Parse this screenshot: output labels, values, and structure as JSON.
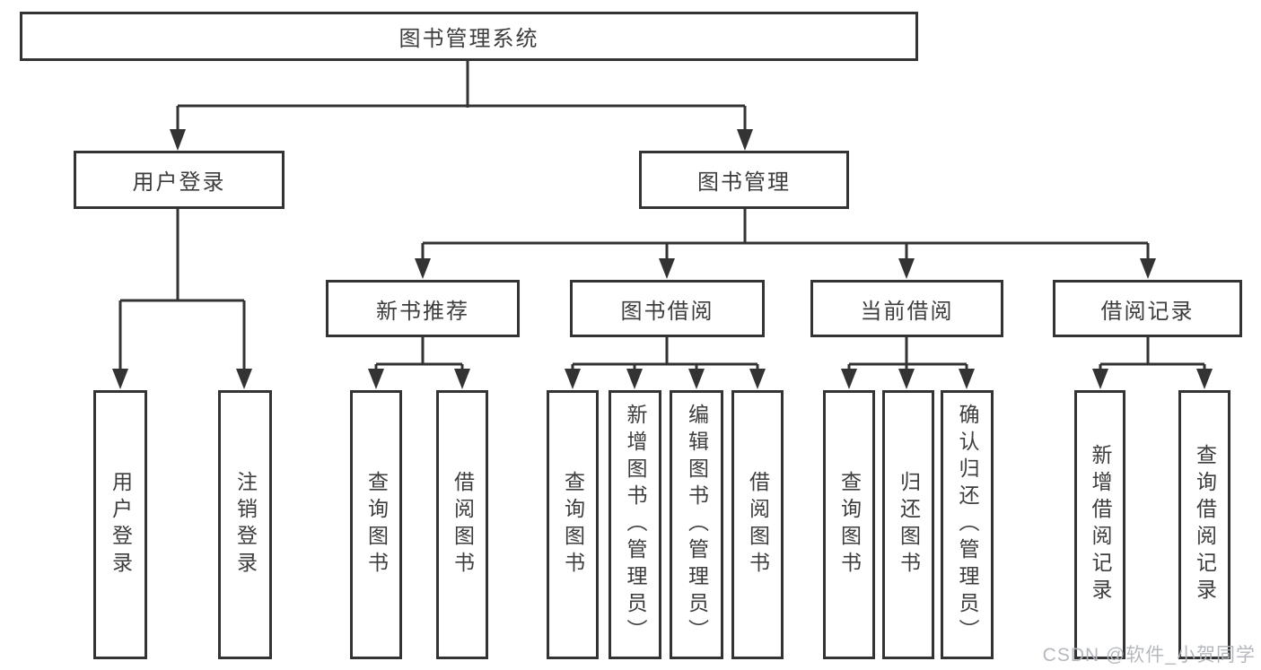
{
  "diagram": {
    "type": "functional-structure-chart",
    "nodes": {
      "root": "图书管理系统",
      "level2": [
        "用户登录",
        "图书管理"
      ],
      "level3": [
        "新书推荐",
        "图书借阅",
        "当前借阅",
        "借阅记录"
      ],
      "user_login_children": [
        "用户登录",
        "注销登录"
      ],
      "new_book_children": [
        "查询图书",
        "借阅图书"
      ],
      "book_borrow_children": [
        "查询图书",
        "新增图书（管理员）",
        "编辑图书（管理员）",
        "借阅图书"
      ],
      "current_borrow_children": [
        "查询图书",
        "归还图书",
        "确认归还（管理员）"
      ],
      "borrow_record_children": [
        "新增借阅记录",
        "查询借阅记录"
      ]
    },
    "colors": {
      "line": "#333333",
      "box_border": "#333333",
      "text": "#3d3d3d",
      "background": "#ffffff",
      "watermark_text": "#b2b6bc"
    },
    "watermark": "CSDN @软件_小贺同学"
  }
}
